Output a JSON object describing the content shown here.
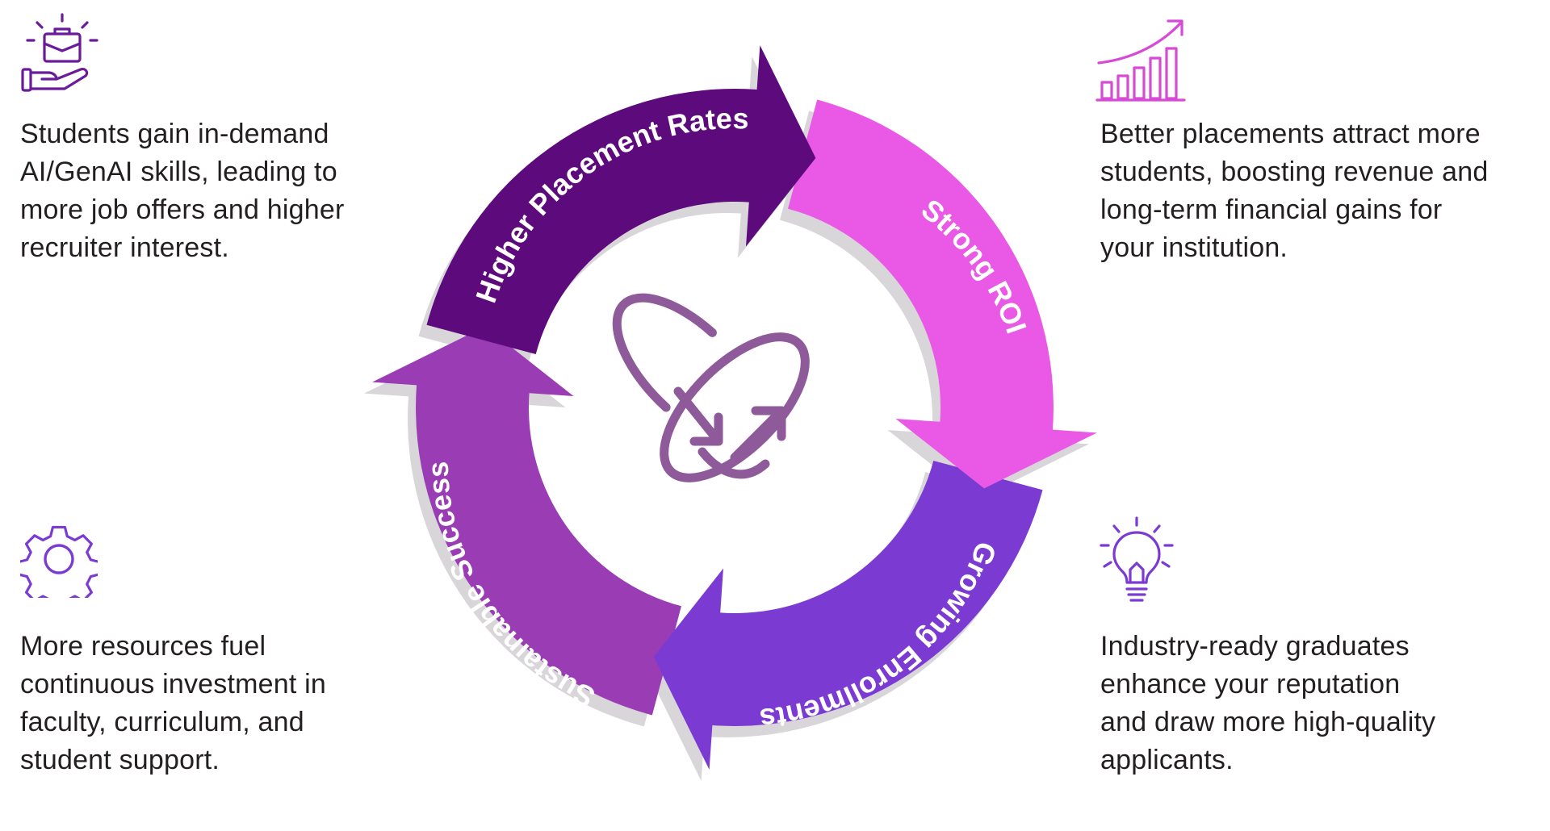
{
  "cycle": {
    "center_icon": "atom-arrows-icon",
    "segments": [
      {
        "label": "Higher Placement Rates",
        "color": "#5c0a7c"
      },
      {
        "label": "Strong ROI",
        "color": "#e959e6"
      },
      {
        "label": "Growing Enrollments",
        "color": "#7b3bd3"
      },
      {
        "label": "Sustainable Success",
        "color": "#9a3db5"
      }
    ]
  },
  "blocks": {
    "top_left": {
      "icon": "briefcase-hand-icon",
      "lines": [
        "Students gain in-demand",
        "AI/GenAI skills, leading to",
        "more job offers and higher",
        "recruiter interest."
      ]
    },
    "top_right": {
      "icon": "growth-chart-icon",
      "lines": [
        "Better placements attract more",
        "students, boosting revenue and",
        "long-term financial gains for",
        "your institution."
      ]
    },
    "bottom_left": {
      "icon": "gear-icon",
      "lines": [
        "More resources fuel",
        "continuous investment in",
        "faculty, curriculum, and",
        "student support."
      ]
    },
    "bottom_right": {
      "icon": "lightbulb-icon",
      "lines": [
        "Industry-ready graduates",
        "enhance your reputation",
        "and draw more high-quality",
        "applicants."
      ]
    }
  },
  "colors": {
    "icon_purple": "#6a1b9a",
    "icon_magenta": "#d74ad6",
    "icon_violet": "#7b3bd3",
    "center_icon": "#8e5a9a",
    "shadow": "#d9d6da"
  }
}
